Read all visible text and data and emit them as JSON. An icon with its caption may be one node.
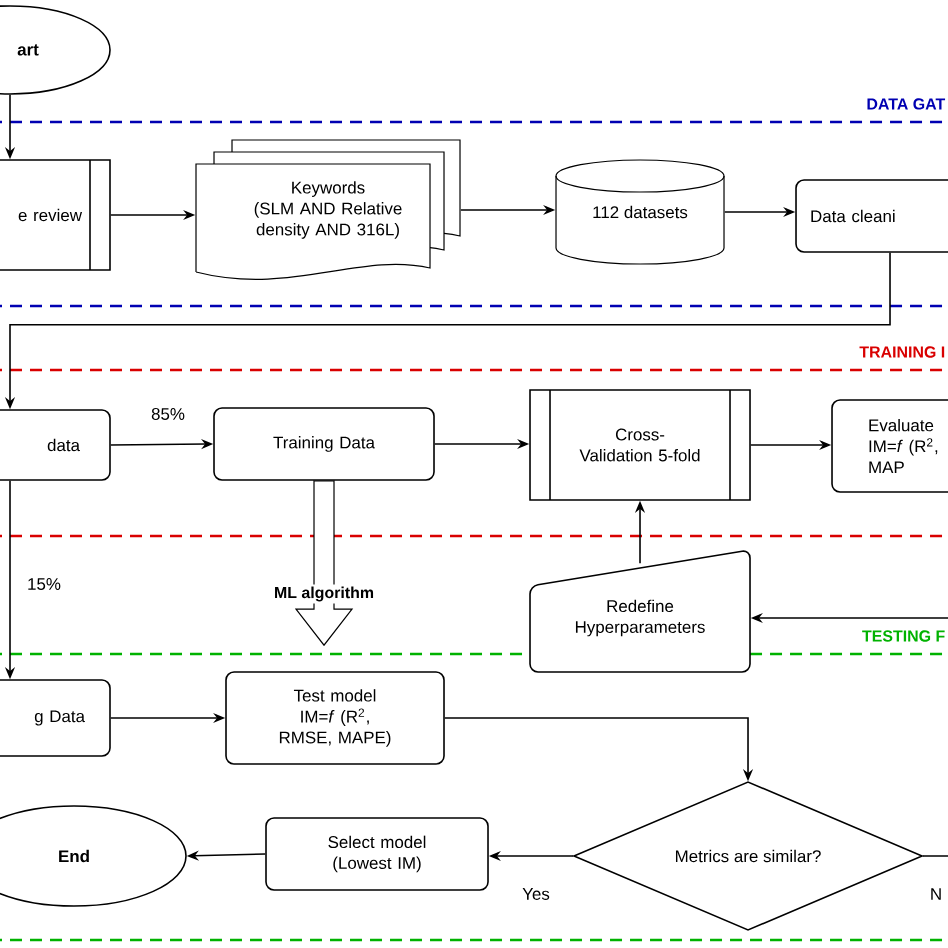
{
  "diagram": {
    "nodes": [
      {
        "text": [
          "art"
        ]
      },
      {
        "text": [
          "e review"
        ]
      },
      {
        "text": [
          "Keywords",
          "(SLM AND Relative density AND 316L)"
        ]
      },
      {
        "text": [
          "112 datasets"
        ]
      },
      {
        "text": [
          "Data cleani"
        ]
      },
      {
        "text": [
          "data"
        ]
      },
      {
        "text": [
          "Training Data"
        ]
      },
      {
        "text": [
          "Cross-Validation 5-fold"
        ]
      },
      {
        "text": [
          "Evaluate",
          "IM=*f* (R$^{2}$, MAP"
        ]
      },
      {
        "text": [
          "Redefine Hyperparameters"
        ]
      },
      {
        "text": [
          "g Data"
        ]
      },
      {
        "text": [
          "Test model",
          "IM=*f* (R$^{2}$, RMSE, MAPE)"
        ]
      },
      {
        "text": [
          "Metrics are similar?"
        ]
      },
      {
        "text": [
          "Select model",
          "(Lowest IM)"
        ]
      },
      {
        "text": [
          "End"
        ]
      }
    ],
    "edges": [
      {
        "from": 0,
        "to": 1,
        "arrow": "to"
      },
      {
        "from": 1,
        "to": 2,
        "arrow": "to"
      },
      {
        "from": 2,
        "to": 3,
        "arrow": "to"
      },
      {
        "from": 3,
        "to": 4,
        "arrow": "to"
      },
      {
        "from": 4,
        "to": 5,
        "arrow": "to"
      },
      {
        "from": 5,
        "to": 6,
        "arrow": "to",
        "label": "85%"
      },
      {
        "from": 6,
        "to": 7,
        "arrow": "to"
      },
      {
        "from": 7,
        "to": 8,
        "arrow": "to"
      },
      {
        "from": 5,
        "to": 10,
        "arrow": "to",
        "label": "15%"
      },
      {
        "from": 9,
        "to": 7,
        "arrow": "to"
      },
      {
        "from": 12,
        "to": 9,
        "arrow": "to",
        "label": "N"
      },
      {
        "from": 10,
        "to": 11,
        "arrow": "to"
      },
      {
        "from": 11,
        "to": 12,
        "arrow": "to"
      },
      {
        "from": 12,
        "to": 13,
        "arrow": "to",
        "label": "Yes"
      },
      {
        "from": 13,
        "to": 14,
        "arrow": "to"
      },
      {
        "from": 6,
        "to": 11,
        "arrow": "to",
        "style": "thick",
        "label": "ML algorithm"
      }
    ],
    "labels": [
      "DATA GAT",
      "TRAINING I",
      "TESTING F"
    ]
  }
}
